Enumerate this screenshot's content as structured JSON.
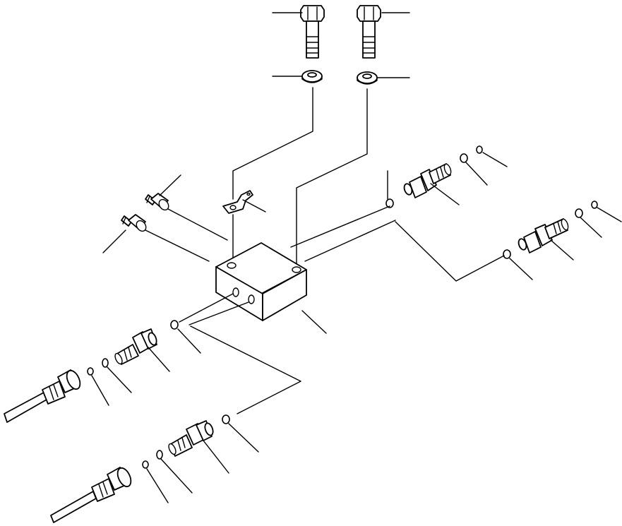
{
  "diagram": {
    "type": "exploded-parts-view",
    "parts": [
      {
        "name": "bolt",
        "count": 2
      },
      {
        "name": "washer",
        "count": 2
      },
      {
        "name": "bracket",
        "count": 1
      },
      {
        "name": "block",
        "count": 1
      },
      {
        "name": "plug",
        "count": 2
      },
      {
        "name": "switch",
        "count": 4
      },
      {
        "name": "o-ring",
        "count": 12
      },
      {
        "name": "connector",
        "count": 2
      }
    ],
    "colors": {
      "line": "#000000",
      "background": "#ffffff"
    }
  }
}
